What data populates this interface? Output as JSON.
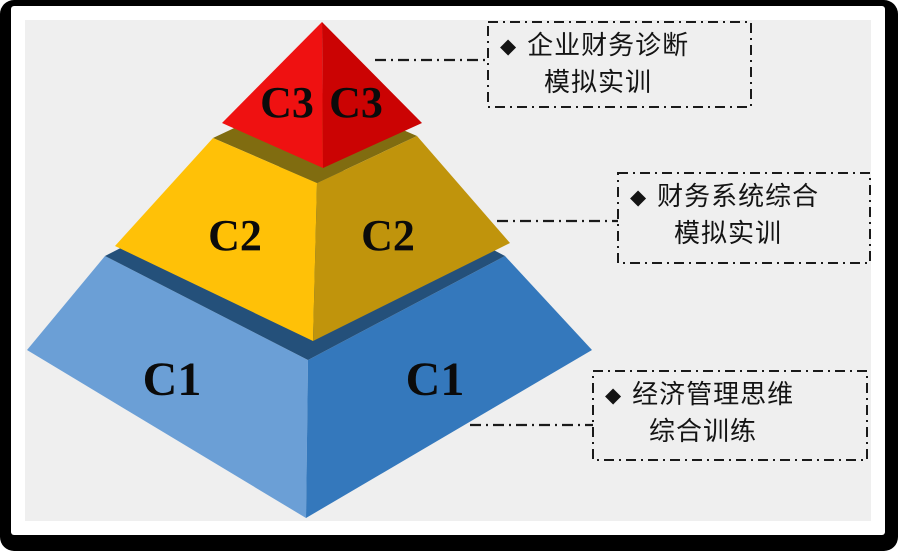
{
  "frame": {
    "border_color": "#000000",
    "mat_color": "#ffffff",
    "canvas_background": "#EFEFEF",
    "connector_color": "#1A1A1A"
  },
  "pyramid": {
    "levels": [
      {
        "name": "C1",
        "face_label_left": "C1",
        "face_label_right": "C1",
        "colors": {
          "left_face": "#6B9FD6",
          "right_face": "#3478BC",
          "top_surface": "#24507A"
        }
      },
      {
        "name": "C2",
        "face_label_left": "C2",
        "face_label_right": "C2",
        "colors": {
          "left_face": "#FFC107",
          "right_face": "#C0940C",
          "top_surface": "#806C10"
        }
      },
      {
        "name": "C3",
        "face_label_left": "C3",
        "face_label_right": "C3",
        "colors": {
          "left_face": "#EF1111",
          "right_face": "#CB0303"
        }
      }
    ]
  },
  "callouts": [
    {
      "bullet": "◆",
      "line1": "企业财务诊断",
      "line2": "模拟实训"
    },
    {
      "bullet": "◆",
      "line1": "财务系统综合",
      "line2": "模拟实训"
    },
    {
      "bullet": "◆",
      "line1": "经济管理思维",
      "line2": "综合训练"
    }
  ]
}
